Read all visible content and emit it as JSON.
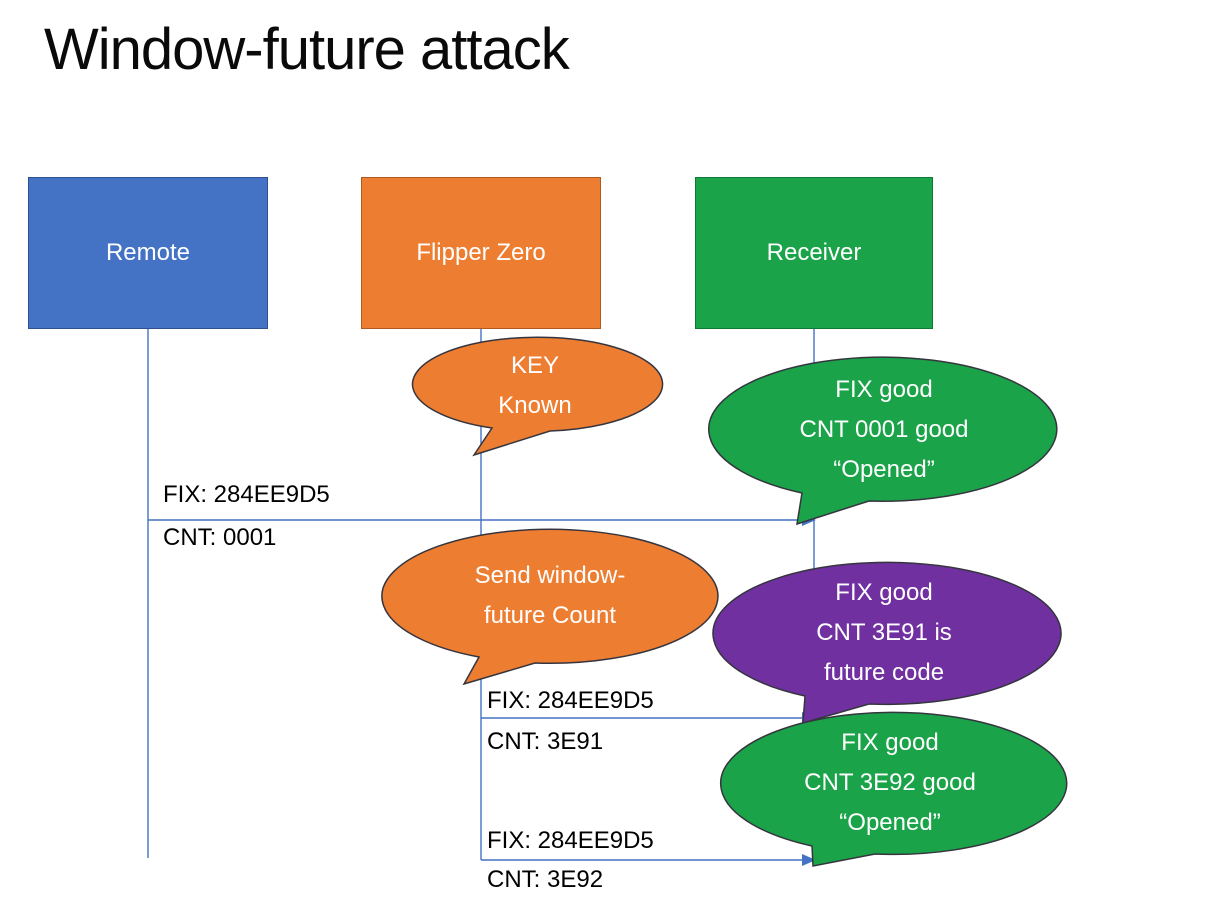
{
  "title": "Window-future attack",
  "colors": {
    "line": "#4472C4",
    "bubble_stroke": "#35353F"
  },
  "actors": [
    {
      "label": "Remote",
      "fill": "#4472C4",
      "border": "#2F528F"
    },
    {
      "label": "Flipper Zero",
      "fill": "#ED7D31",
      "border": "#AE5A21"
    },
    {
      "label": "Receiver",
      "fill": "#1AA349",
      "border": "#0E7A35"
    }
  ],
  "bubbles": [
    {
      "name": "key-known",
      "fill": "#ED7D31",
      "lines": [
        "KEY",
        "Known"
      ]
    },
    {
      "name": "fix-cnt-0001-good",
      "fill": "#1AA349",
      "lines": [
        "FIX good",
        "CNT 0001 good",
        "“Opened”"
      ]
    },
    {
      "name": "send-window-future",
      "fill": "#ED7D31",
      "lines": [
        "Send window-",
        "future Count"
      ]
    },
    {
      "name": "fix-cnt-3e91-future",
      "fill": "#7030A0",
      "lines": [
        "FIX good",
        "CNT 3E91 is",
        "future code"
      ]
    },
    {
      "name": "fix-cnt-3e92-good",
      "fill": "#1AA349",
      "lines": [
        "FIX good",
        "CNT 3E92 good",
        "“Opened”"
      ]
    }
  ],
  "messages": [
    {
      "fix": "FIX: 284EE9D5",
      "cnt": "CNT: 0001"
    },
    {
      "fix": "FIX: 284EE9D5",
      "cnt": "CNT: 3E91"
    },
    {
      "fix": "FIX: 284EE9D5",
      "cnt": "CNT: 3E92"
    }
  ]
}
